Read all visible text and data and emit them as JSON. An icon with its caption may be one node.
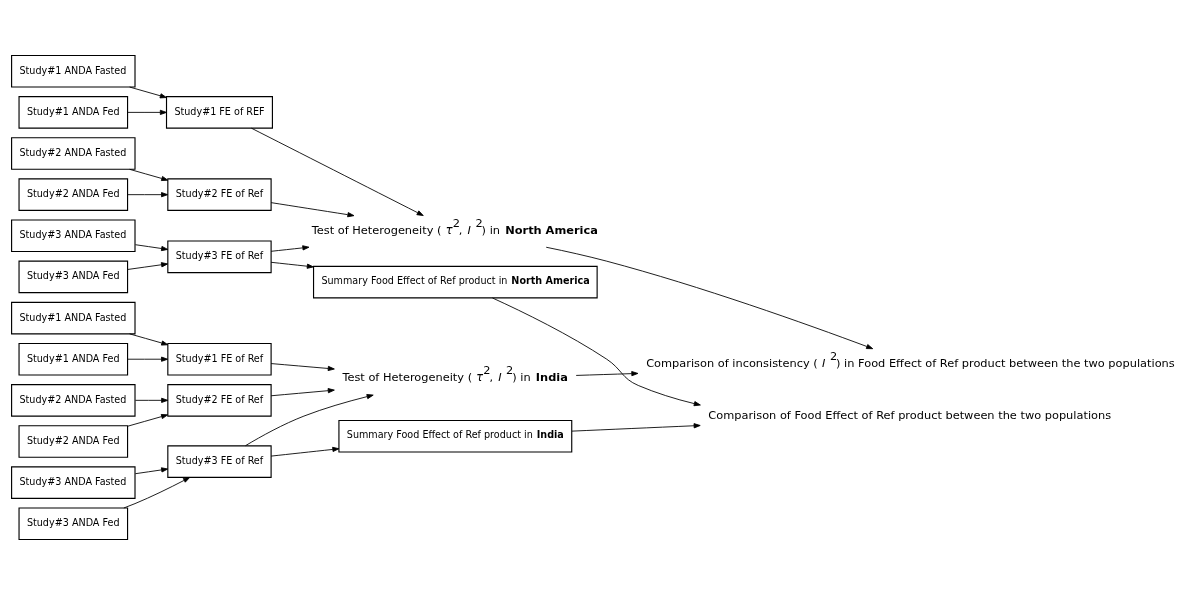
{
  "diagram": {
    "nodes": [
      {
        "text": [
          "Study#1 ANDA Fasted"
        ]
      },
      {
        "text": [
          "Study#1 ANDA Fed"
        ]
      },
      {
        "text": [
          "Study#1 FE of REF"
        ]
      },
      {
        "text": [
          "Study#2 ANDA Fasted"
        ]
      },
      {
        "text": [
          "Study#2 ANDA Fed"
        ]
      },
      {
        "text": [
          "Study#2 FE of Ref"
        ]
      },
      {
        "text": [
          "Study#3 ANDA Fasted"
        ]
      },
      {
        "text": [
          "Study#3 ANDA Fed"
        ]
      },
      {
        "text": [
          "Study#3 FE of Ref"
        ]
      },
      {
        "text": [
          "Summary Food Effect of Ref product in **North America**"
        ]
      },
      {
        "text": [
          "Test of Heterogeneity (*τ*$^{2}$, *I* $^{2}$) in **North America**"
        ]
      },
      {
        "text": [
          "Study#1 ANDA Fasted"
        ]
      },
      {
        "text": [
          "Study#1 ANDA Fed"
        ]
      },
      {
        "text": [
          "Study#1 FE of Ref"
        ]
      },
      {
        "text": [
          "Study#2 ANDA Fasted"
        ]
      },
      {
        "text": [
          "Study#2 ANDA Fed"
        ]
      },
      {
        "text": [
          "Study#2 FE of Ref"
        ]
      },
      {
        "text": [
          "Study#3 ANDA Fasted"
        ]
      },
      {
        "text": [
          "Study#3 ANDA Fed"
        ]
      },
      {
        "text": [
          "Study#3 FE of Ref"
        ]
      },
      {
        "text": [
          "Summary Food Effect of Ref product in **India**"
        ]
      },
      {
        "text": [
          "Test of Heterogeneity (*τ*$^{2}$, *I* $^{2}$) in **India**"
        ]
      },
      {
        "text": [
          "Comparison of inconsistency (*I* $^{2}$) in Food Effect of Ref product between the two populations"
        ]
      },
      {
        "text": [
          "Comparison of Food Effect of Ref product between the two populations"
        ]
      }
    ],
    "edges": [
      {
        "from": 0,
        "to": 2,
        "arrow": "to"
      },
      {
        "from": 1,
        "to": 2,
        "arrow": "to"
      },
      {
        "from": 3,
        "to": 5,
        "arrow": "to"
      },
      {
        "from": 4,
        "to": 5,
        "arrow": "to"
      },
      {
        "from": 6,
        "to": 8,
        "arrow": "to"
      },
      {
        "from": 7,
        "to": 8,
        "arrow": "to"
      },
      {
        "from": 8,
        "to": 9,
        "arrow": "to"
      },
      {
        "from": 2,
        "to": 10,
        "arrow": "to"
      },
      {
        "from": 5,
        "to": 10,
        "arrow": "to"
      },
      {
        "from": 8,
        "to": 10,
        "arrow": "to"
      },
      {
        "from": 11,
        "to": 13,
        "arrow": "to"
      },
      {
        "from": 12,
        "to": 13,
        "arrow": "to"
      },
      {
        "from": 14,
        "to": 16,
        "arrow": "to"
      },
      {
        "from": 15,
        "to": 16,
        "arrow": "to"
      },
      {
        "from": 17,
        "to": 19,
        "arrow": "to"
      },
      {
        "from": 18,
        "to": 19,
        "arrow": "to"
      },
      {
        "from": 19,
        "to": 20,
        "arrow": "to"
      },
      {
        "from": 13,
        "to": 21,
        "arrow": "to"
      },
      {
        "from": 16,
        "to": 21,
        "arrow": "to"
      },
      {
        "from": 19,
        "to": 21,
        "arrow": "to"
      },
      {
        "from": 10,
        "to": 22,
        "arrow": "to"
      },
      {
        "from": 21,
        "to": 22,
        "arrow": "to"
      },
      {
        "from": 9,
        "to": 23,
        "arrow": "to"
      },
      {
        "from": 20,
        "to": 23,
        "arrow": "to"
      }
    ]
  }
}
